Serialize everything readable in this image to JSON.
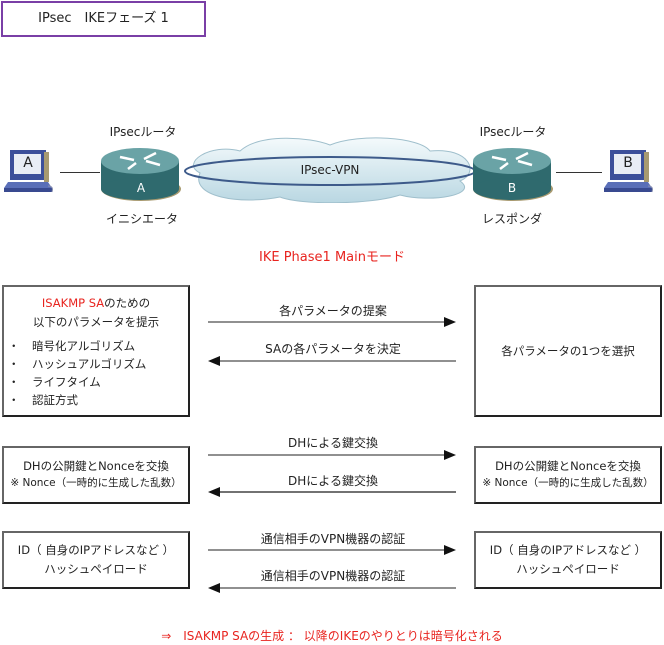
{
  "title": "IPsec　IKEフェーズ 1",
  "topology": {
    "host_a": {
      "label": "A"
    },
    "host_b": {
      "label": "B"
    },
    "router_a": {
      "label": "A",
      "caption": "IPsecルータ",
      "role": "イニシエータ"
    },
    "router_b": {
      "label": "B",
      "caption": "IPsecルータ",
      "role": "レスポンダ"
    },
    "tunnel": {
      "label": "IPsec-VPN"
    }
  },
  "phase_heading": "IKE Phase1 Mainモード",
  "steps": [
    {
      "left": {
        "title_red": "ISAKMP SA",
        "title_rest": "のための",
        "line2": "以下のパラメータを提示",
        "bullets": [
          "暗号化アルゴリズム",
          "ハッシュアルゴリズム",
          "ライフタイム",
          "認証方式"
        ],
        "bullet_char": "・"
      },
      "arrows": [
        {
          "label": "各パラメータの提案",
          "direction": "right"
        },
        {
          "label": "SAの各パラメータを決定",
          "direction": "left"
        }
      ],
      "right": {
        "line1": "各パラメータの1つを選択"
      }
    },
    {
      "left": {
        "line1": "DHの公開鍵とNonceを交換",
        "line2": "※ Nonce（一時的に生成した乱数）"
      },
      "arrows": [
        {
          "label": "DHによる鍵交換",
          "direction": "right"
        },
        {
          "label": "DHによる鍵交換",
          "direction": "left"
        }
      ],
      "right": {
        "line1": "DHの公開鍵とNonceを交換",
        "line2": "※ Nonce（一時的に生成した乱数）"
      }
    },
    {
      "left": {
        "line1": "ID（ 自身のIPアドレスなど ）",
        "line2": "ハッシュペイロード"
      },
      "arrows": [
        {
          "label": "通信相手のVPN機器の認証",
          "direction": "right"
        },
        {
          "label": "通信相手のVPN機器の認証",
          "direction": "left"
        }
      ],
      "right": {
        "line1": "ID（ 自身のIPアドレスなど ）",
        "line2": "ハッシュペイロード"
      }
    }
  ],
  "conclusion": "⇒　ISAKMP SAの生成 ： 以降のIKEのやりとりは暗号化される",
  "colors": {
    "accent_red": "#e8241f",
    "title_border": "#7a3fa6",
    "router": "#3f7d80",
    "host": "#4a5fa8"
  }
}
